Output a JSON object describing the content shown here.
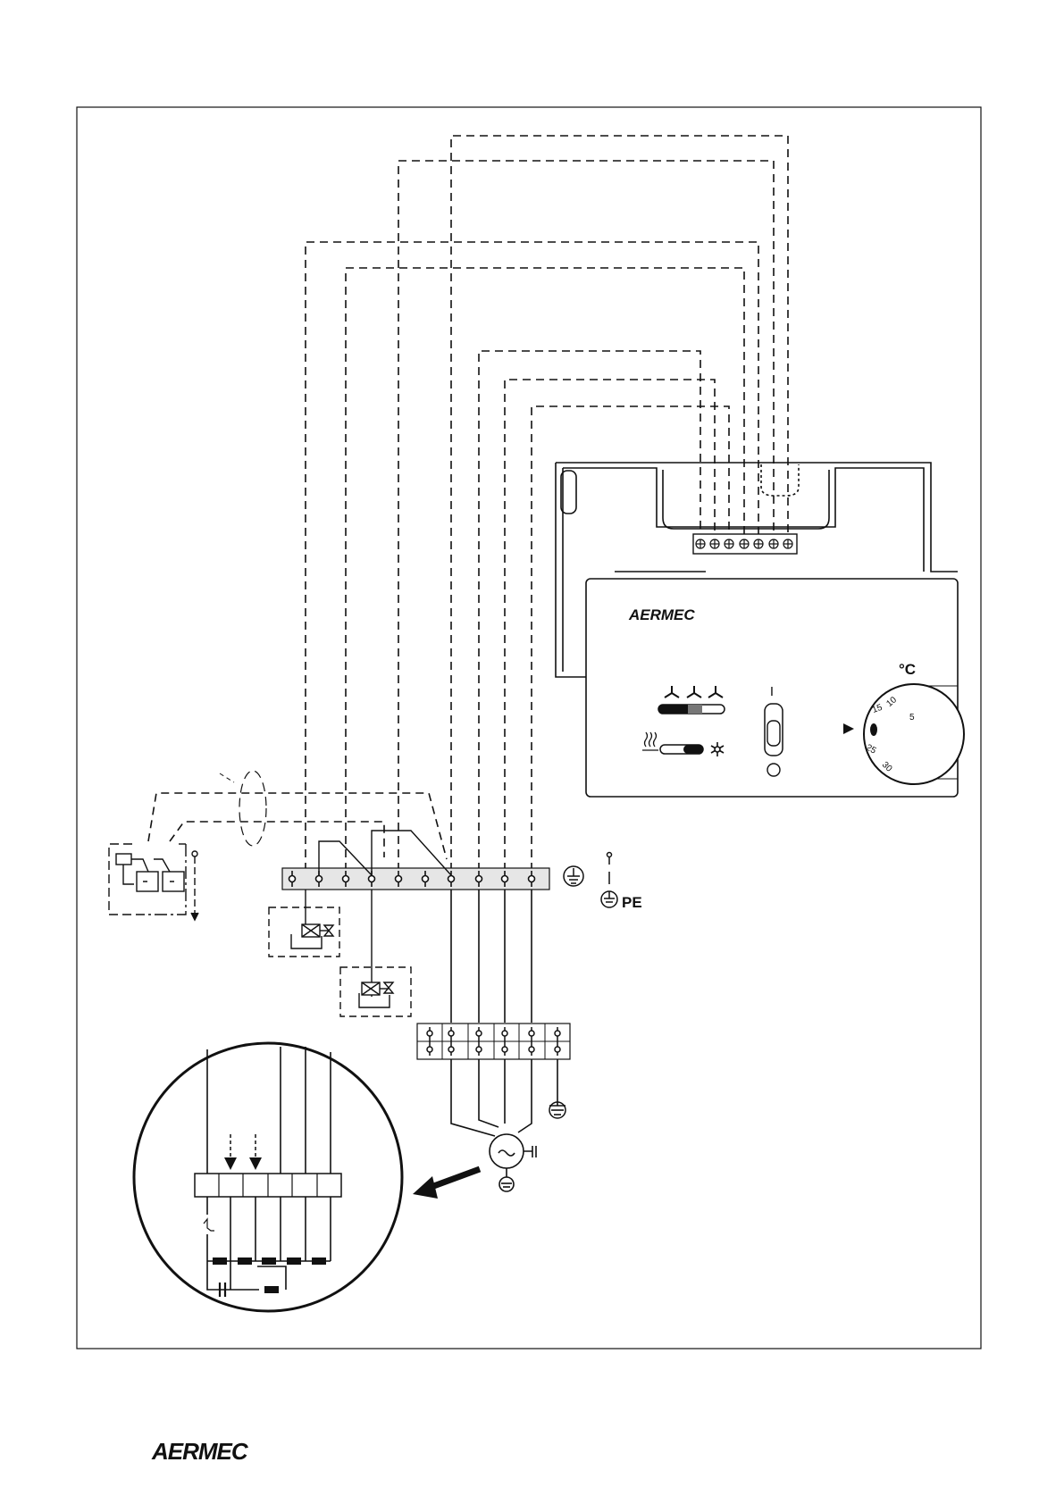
{
  "thermostat": {
    "brand": "AERMEC",
    "unit": "°C",
    "switch_label": "I",
    "dial_scale": [
      "5",
      "10",
      "15",
      "25",
      "30"
    ]
  },
  "earth": {
    "label": "PE"
  },
  "footer": {
    "brand": "AERMEC"
  },
  "icons": [
    "fan-speed-icon",
    "heat-icon",
    "cool-icon",
    "earth-icon",
    "solenoid-valve-icon",
    "fan-motor-icon",
    "capacitor-icon",
    "arrow-icon"
  ]
}
